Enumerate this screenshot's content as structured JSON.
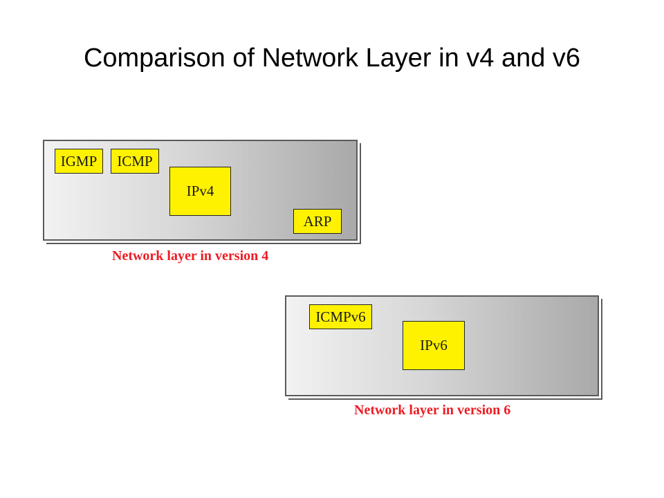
{
  "title": "Comparison of Network Layer in v4 and v6",
  "diagram_v4": {
    "boxes": {
      "igmp": "IGMP",
      "icmp": "ICMP",
      "ipv4": "IPv4",
      "arp": "ARP"
    },
    "caption": "Network layer in version 4"
  },
  "diagram_v6": {
    "boxes": {
      "icmpv6": "ICMPv6",
      "ipv6": "IPv6"
    },
    "caption": "Network layer in version 6"
  },
  "colors": {
    "box_fill": "#fff200",
    "caption": "#ed1c24",
    "panel_light": "#f2f2f2",
    "panel_dark": "#a9a9a9"
  }
}
